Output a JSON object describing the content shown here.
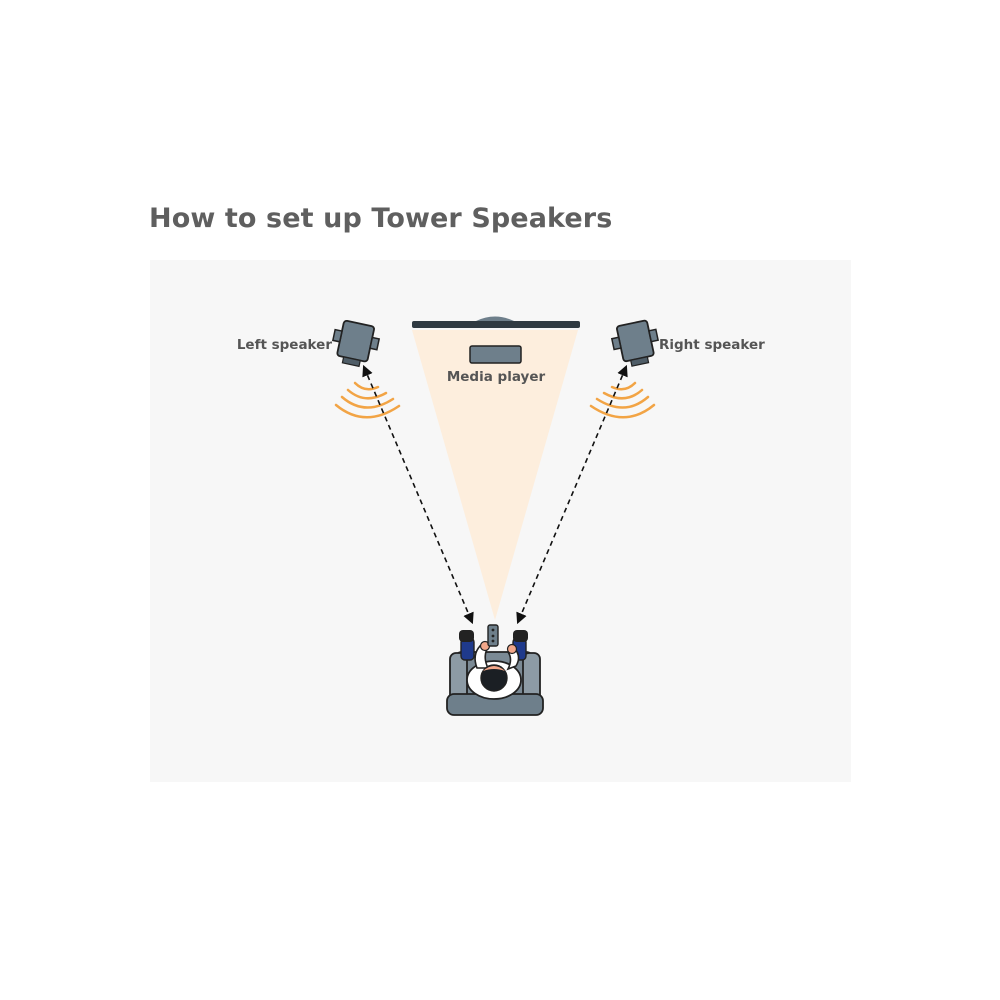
{
  "title": "How to set up Tower Speakers",
  "labels": {
    "left_speaker": "Left speaker",
    "right_speaker": "Right speaker",
    "media_player": "Media player"
  },
  "colors": {
    "title_text": "#5f5f5f",
    "panel_background": "#f7f7f7",
    "sound_waves": "#f2a445",
    "light_beam": "#fdeedd",
    "speaker_body": "#6e7f8b",
    "armchair": "#7b8a95",
    "shoes": "#1f3a8c"
  },
  "icons": {
    "left": "speaker-icon",
    "right": "speaker-icon",
    "tv": "tv-icon",
    "media_player": "media-player-icon",
    "listener": "person-in-armchair-icon",
    "remote": "remote-control-icon"
  }
}
